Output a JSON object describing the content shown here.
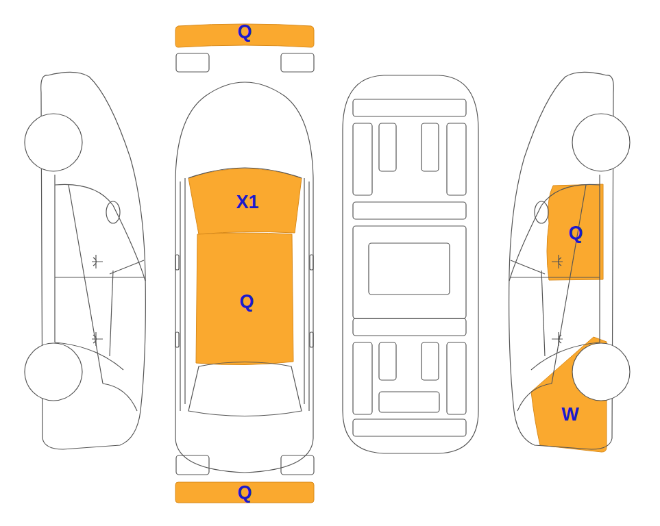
{
  "diagram": {
    "nodes": [
      {
        "text": [
          "Q"
        ]
      },
      {
        "text": [
          "X1"
        ]
      },
      {
        "text": [
          "Q"
        ]
      },
      {
        "text": [
          "Q"
        ]
      },
      {
        "text": [
          "W"
        ]
      },
      {
        "text": [
          "Q"
        ]
      }
    ]
  }
}
